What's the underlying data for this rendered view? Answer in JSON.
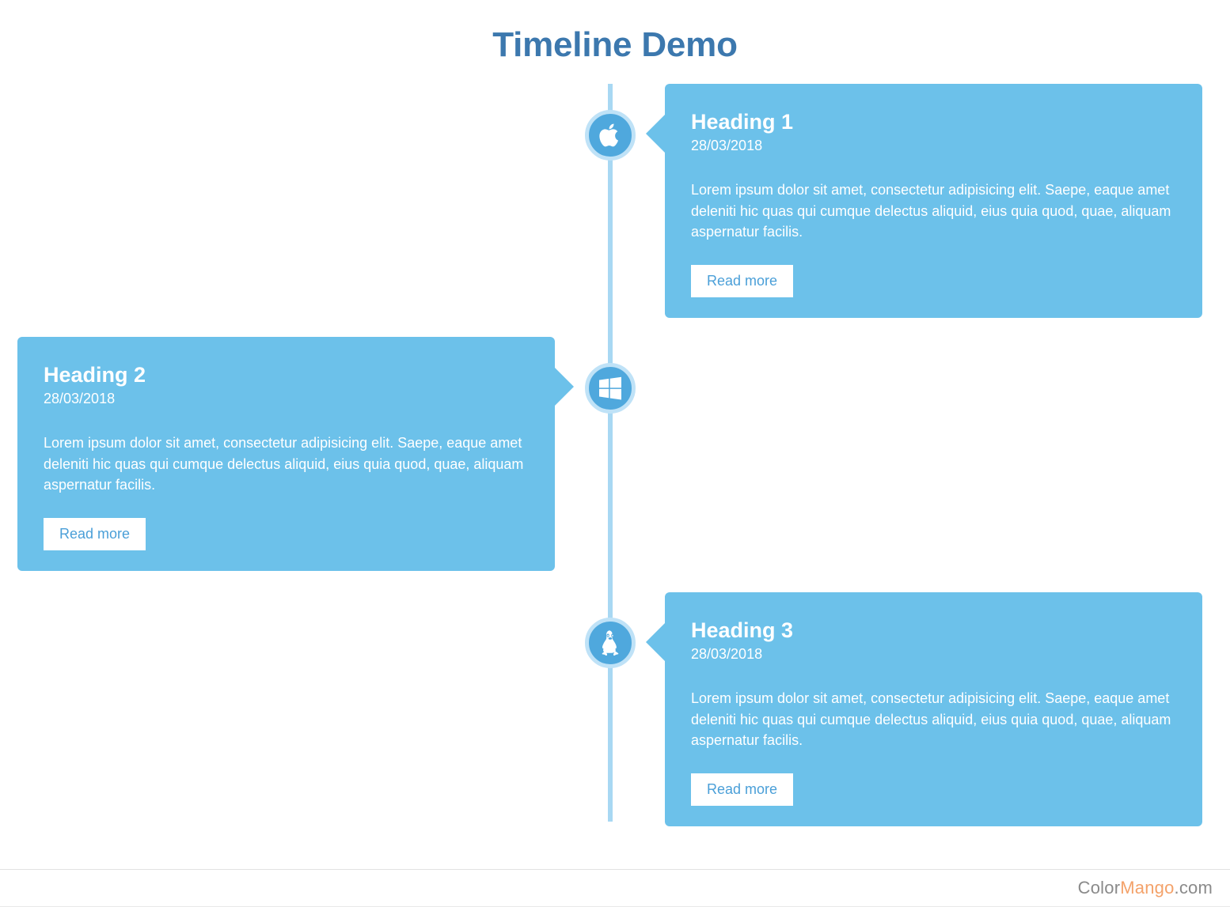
{
  "page": {
    "title": "Timeline Demo",
    "title_color": "#3c78ae",
    "background": "#ffffff",
    "card_color": "#6cc1ea",
    "marker_fill": "#4fa8dd",
    "marker_ring": "#bfe2f7",
    "axis_color": "#a8d8f3"
  },
  "timeline": {
    "entries": [
      {
        "heading": "Heading 1",
        "date": "28/03/2018",
        "body": "Lorem ipsum dolor sit amet, consectetur adipisicing elit. Saepe, eaque amet deleniti hic quas qui cumque delectus aliquid, eius quia quod, quae, aliquam aspernatur facilis.",
        "button_label": "Read more",
        "icon": "apple-icon",
        "side": "right"
      },
      {
        "heading": "Heading 2",
        "date": "28/03/2018",
        "body": "Lorem ipsum dolor sit amet, consectetur adipisicing elit. Saepe, eaque amet deleniti hic quas qui cumque delectus aliquid, eius quia quod, quae, aliquam aspernatur facilis.",
        "button_label": "Read more",
        "icon": "windows-icon",
        "side": "left"
      },
      {
        "heading": "Heading 3",
        "date": "28/03/2018",
        "body": "Lorem ipsum dolor sit amet, consectetur adipisicing elit. Saepe, eaque amet deleniti hic quas qui cumque delectus aliquid, eius quia quod, quae, aliquam aspernatur facilis.",
        "button_label": "Read more",
        "icon": "linux-tux-icon",
        "side": "right"
      }
    ]
  },
  "footer": {
    "watermark_prefix": "Color",
    "watermark_accent": "Mango",
    "watermark_suffix": ".com",
    "accent_color": "#f4a26a"
  }
}
